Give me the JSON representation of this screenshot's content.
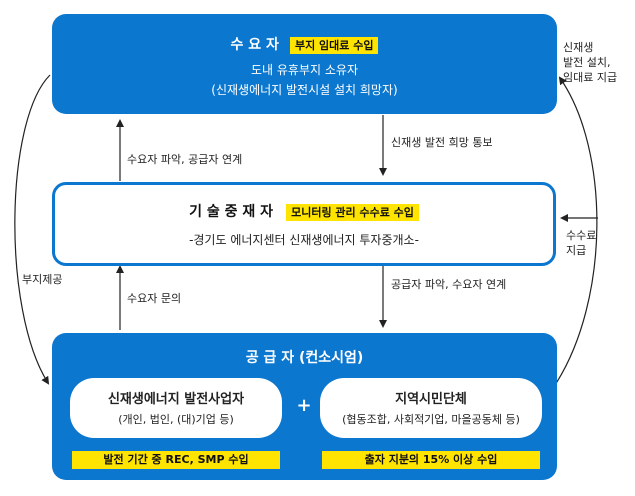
{
  "demand": {
    "title": "수 요 자",
    "badge": "부지 임대료 수입",
    "line1": "도내 유휴부지 소유자",
    "line2": "(신재생에너지 발전시설 설치 희망자)"
  },
  "broker": {
    "title": "기 술 중 재 자",
    "badge": "모니터링 관리 수수료 수입",
    "line1": "-경기도 에너지센터 신재생에너지 투자중개소-"
  },
  "supply": {
    "title": "공 급 자 (컨소시엄)",
    "left": {
      "title": "신재생에너지 발전사업자",
      "sub": "(개인, 법인, (대)기업 등)",
      "revenue": "발전 기간 중 REC, SMP 수입"
    },
    "plus": "+",
    "right": {
      "title": "지역시민단체",
      "sub": "(협동조합, 사회적기업, 마을공동체 등)",
      "revenue": "출자 지분의 15% 이상 수입"
    }
  },
  "arrows": {
    "to_demand": "수요자 파악, 공급자 연계",
    "to_broker_from_demand": "신재생 발전 희망 통보",
    "to_broker_from_supply": "수요자 문의",
    "to_supply": "공급자 파악, 수요자 연계",
    "site_provision": "부지제공",
    "right_top": [
      "신재생",
      "발전 설치,",
      "임대료 지급"
    ],
    "right_fee": [
      "수수료",
      "지급"
    ]
  }
}
